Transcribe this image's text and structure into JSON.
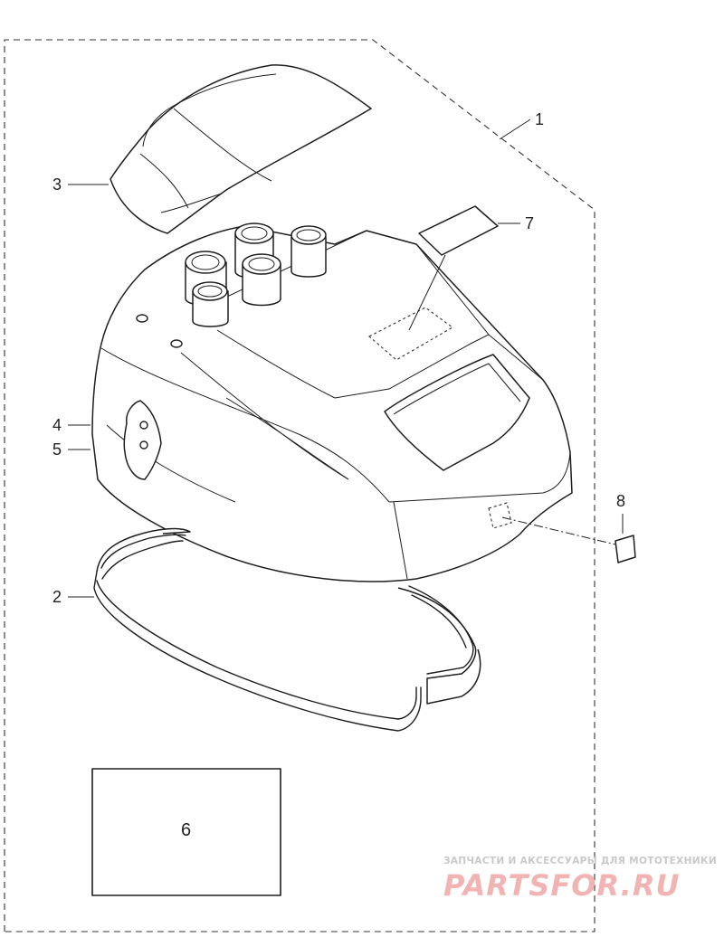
{
  "callouts": {
    "c1": "1",
    "c2": "2",
    "c3": "3",
    "c4": "4",
    "c5": "5",
    "c6": "6",
    "c7": "7",
    "c8": "8"
  },
  "watermark": {
    "tagline": "ЗАПЧАСТИ И АКСЕССУАРЫ ДЛЯ МОТОТЕХНИКИ",
    "logo": "PARTSFOR.RU",
    "color_logo": "#f2b3b3",
    "color_tagline": "#c9c9c9"
  },
  "colors": {
    "line": "#1e1e1e",
    "background": "#ffffff"
  }
}
